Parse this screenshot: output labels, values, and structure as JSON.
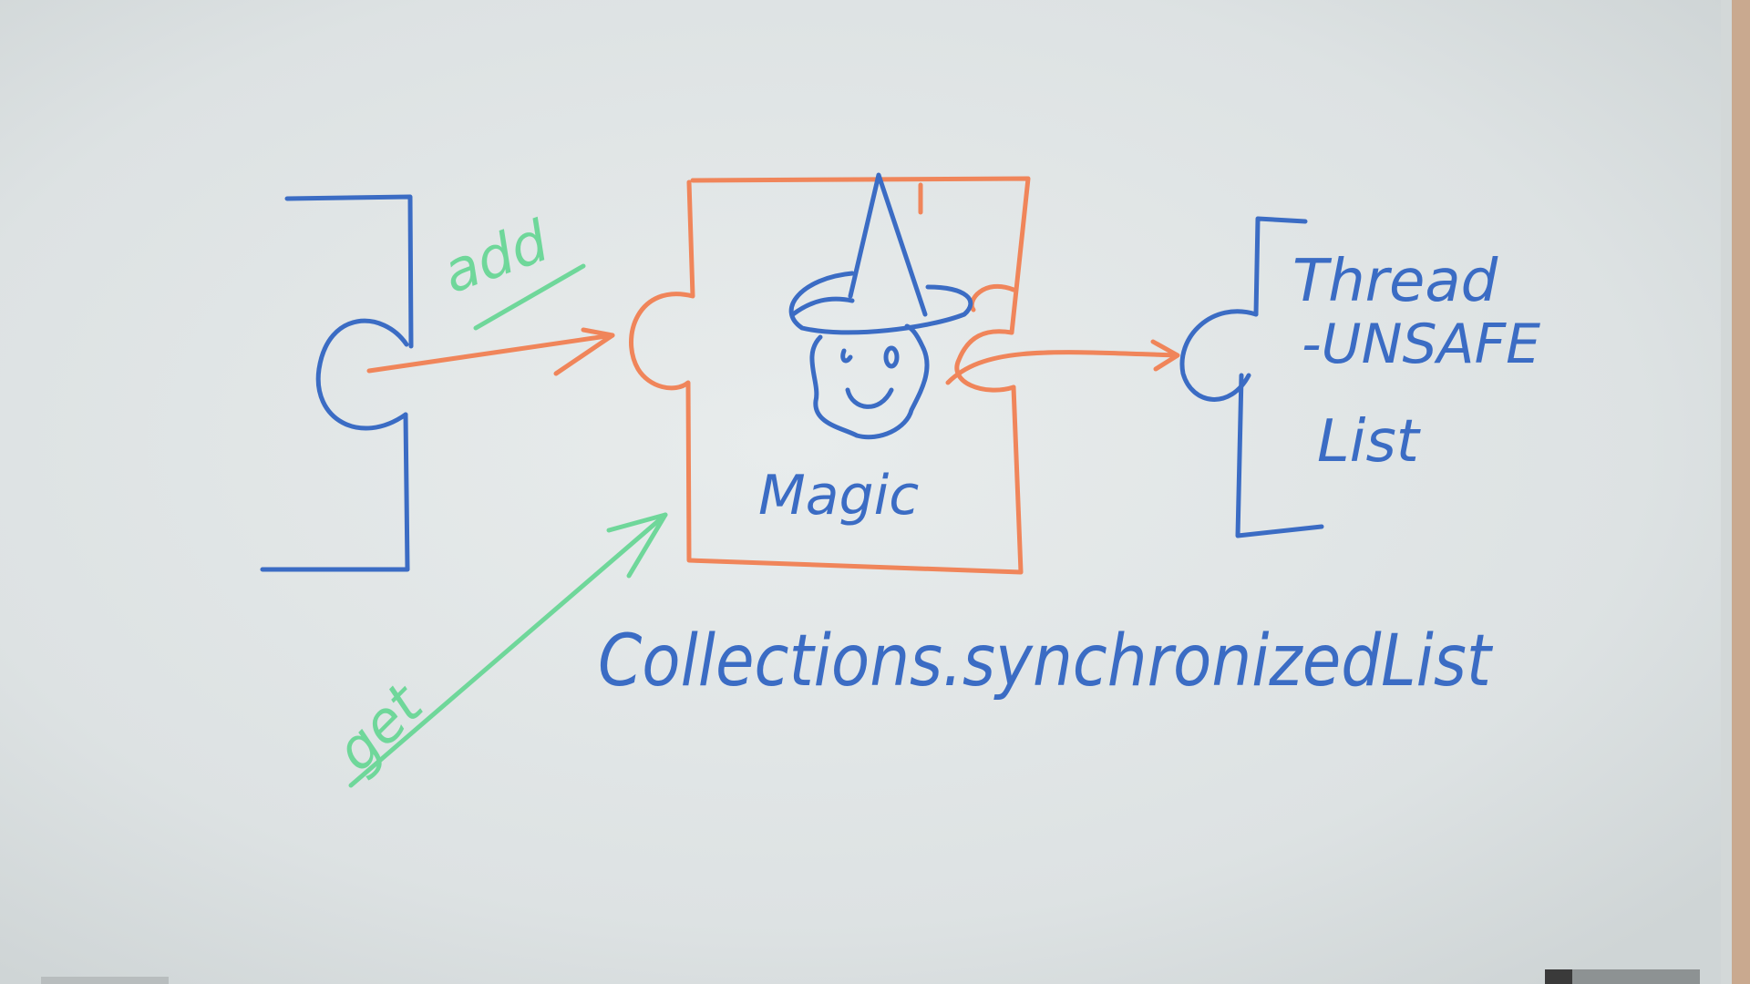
{
  "board": {
    "label_add": "add",
    "label_get": "get",
    "label_magic": "Magic",
    "label_thread": "Thread",
    "label_unsafe": "-UNSAFE",
    "label_list": "List",
    "label_collections": "Collections.synchronizedList",
    "colors": {
      "blue": "#3b6cc4",
      "orange": "#f0855a",
      "green": "#6fd79a",
      "board": "#dde2e3"
    }
  }
}
